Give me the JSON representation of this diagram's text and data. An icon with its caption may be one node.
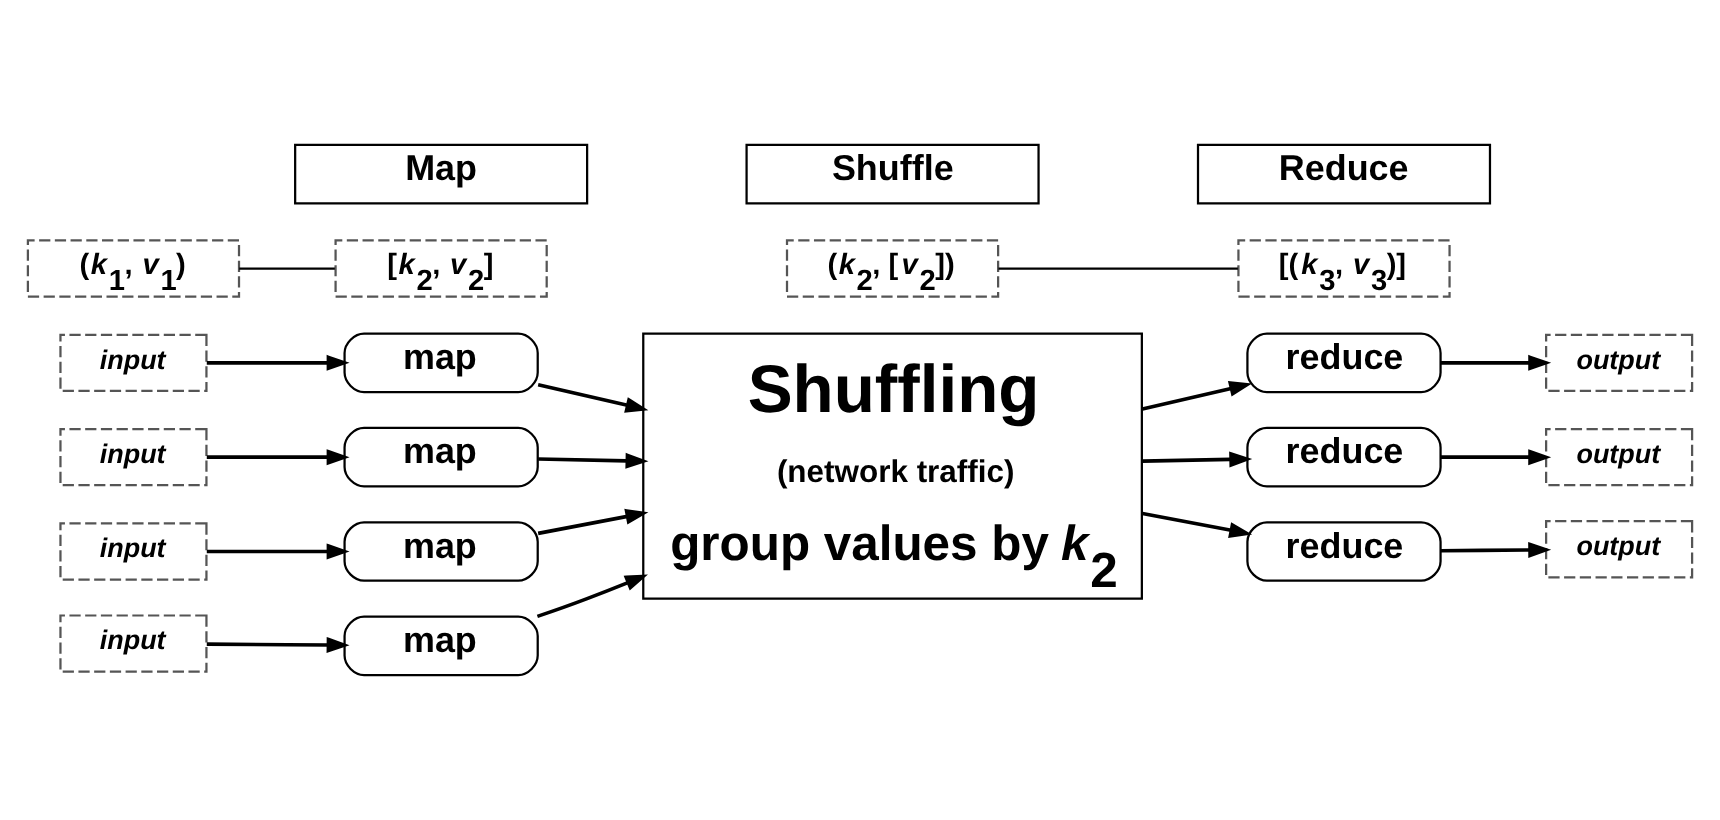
{
  "diagram": {
    "nodes": [
      {
        "text": [
          "Map"
        ]
      },
      {
        "text": [
          "Shuffle"
        ]
      },
      {
        "text": [
          "Reduce"
        ]
      },
      {
        "text": [
          "(*k*$_{1}$, *v*$_{1}$)"
        ]
      },
      {
        "text": [
          "[*k*$_{2}$, *v*$_{2}$]"
        ]
      },
      {
        "text": [
          "input"
        ]
      },
      {
        "text": [
          "input"
        ]
      },
      {
        "text": [
          "input"
        ]
      },
      {
        "text": [
          "input"
        ]
      },
      {
        "text": [
          "map"
        ]
      },
      {
        "text": [
          "map"
        ]
      },
      {
        "text": [
          "map"
        ]
      },
      {
        "text": [
          "map"
        ]
      },
      {
        "text": [
          "Shuffling",
          "(network traffic)",
          "group values by *k*$_{2}$"
        ]
      },
      {
        "text": [
          "(*k*$_{2}$, [*v*$_{2}$])"
        ]
      },
      {
        "text": [
          "[(*k*$_{3}$, *v*$_{3}$)]"
        ]
      },
      {
        "text": [
          "reduce"
        ]
      },
      {
        "text": [
          "reduce"
        ]
      },
      {
        "text": [
          "reduce"
        ]
      },
      {
        "text": [
          "output"
        ]
      },
      {
        "text": [
          "output"
        ]
      },
      {
        "text": [
          "output"
        ]
      }
    ],
    "edges": [
      {
        "from": 3,
        "to": 4,
        "arrow": "none"
      },
      {
        "from": 5,
        "to": 9,
        "arrow": "to"
      },
      {
        "from": 6,
        "to": 10,
        "arrow": "to"
      },
      {
        "from": 7,
        "to": 11,
        "arrow": "to"
      },
      {
        "from": 8,
        "to": 12,
        "arrow": "to"
      },
      {
        "from": 9,
        "to": 13,
        "arrow": "to"
      },
      {
        "from": 10,
        "to": 13,
        "arrow": "to"
      },
      {
        "from": 11,
        "to": 13,
        "arrow": "to"
      },
      {
        "from": 12,
        "to": 13,
        "arrow": "to"
      },
      {
        "from": 14,
        "to": 15,
        "arrow": "none"
      },
      {
        "from": 13,
        "to": 16,
        "arrow": "to"
      },
      {
        "from": 13,
        "to": 17,
        "arrow": "to"
      },
      {
        "from": 13,
        "to": 18,
        "arrow": "to"
      },
      {
        "from": 16,
        "to": 19,
        "arrow": "to"
      },
      {
        "from": 17,
        "to": 20,
        "arrow": "to"
      },
      {
        "from": 18,
        "to": 21,
        "arrow": "to"
      }
    ]
  }
}
